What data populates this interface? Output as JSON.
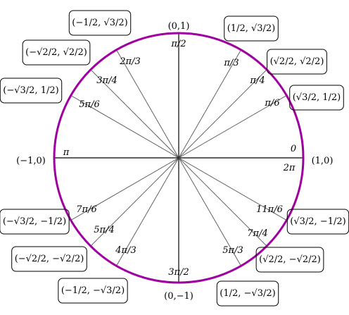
{
  "colors": {
    "circle": "#a000a0",
    "spoke": "#555555",
    "axis": "#000000",
    "box": "#000000"
  },
  "angle_labels": [
    {
      "deg": 0,
      "text": "0"
    },
    {
      "deg": 30,
      "text": "π/6"
    },
    {
      "deg": 45,
      "text": "π/4"
    },
    {
      "deg": 60,
      "text": "π/3"
    },
    {
      "deg": 90,
      "text": "π/2"
    },
    {
      "deg": 120,
      "text": "2π/3"
    },
    {
      "deg": 135,
      "text": "3π/4"
    },
    {
      "deg": 150,
      "text": "5π/6"
    },
    {
      "deg": 180,
      "text": "π"
    },
    {
      "deg": 210,
      "text": "7π/6"
    },
    {
      "deg": 225,
      "text": "5π/4"
    },
    {
      "deg": 240,
      "text": "4π/3"
    },
    {
      "deg": 270,
      "text": "3π/2"
    },
    {
      "deg": 300,
      "text": "5π/3"
    },
    {
      "deg": 315,
      "text": "7π/4"
    },
    {
      "deg": 330,
      "text": "11π/6"
    },
    {
      "deg": 360,
      "text": "2π"
    }
  ],
  "coordinates": [
    {
      "deg": 0,
      "text": "(1,0)"
    },
    {
      "deg": 30,
      "text": "(√3/2, 1/2)"
    },
    {
      "deg": 45,
      "text": "(√2/2, √2/2)"
    },
    {
      "deg": 60,
      "text": "(1/2, √3/2)"
    },
    {
      "deg": 90,
      "text": "(0,1)"
    },
    {
      "deg": 120,
      "text": "(−1/2, √3/2)"
    },
    {
      "deg": 135,
      "text": "(−√2/2, √2/2)"
    },
    {
      "deg": 150,
      "text": "(−√3/2, 1/2)"
    },
    {
      "deg": 180,
      "text": "(−1,0)"
    },
    {
      "deg": 210,
      "text": "(−√3/2, −1/2)"
    },
    {
      "deg": 225,
      "text": "(−√2/2, −√2/2)"
    },
    {
      "deg": 240,
      "text": "(−1/2, −√3/2)"
    },
    {
      "deg": 270,
      "text": "(0,−1)"
    },
    {
      "deg": 300,
      "text": "(1/2, −√3/2)"
    },
    {
      "deg": 315,
      "text": "(√2/2, −√2/2)"
    },
    {
      "deg": 330,
      "text": "(√3/2, −1/2)"
    }
  ],
  "spoke_angles": [
    0,
    30,
    45,
    60,
    90,
    120,
    135,
    150,
    180,
    210,
    225,
    240,
    270,
    300,
    315,
    330
  ]
}
